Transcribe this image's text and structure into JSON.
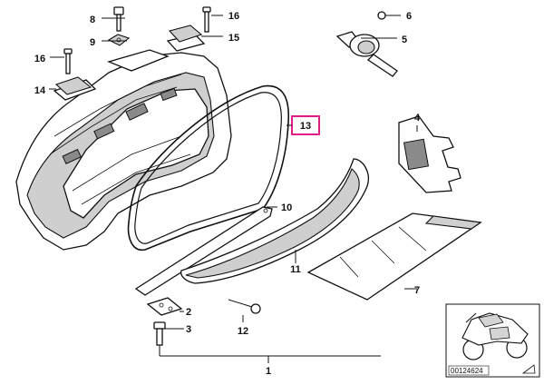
{
  "callouts": {
    "c1": "1",
    "c2": "2",
    "c3": "3",
    "c4": "4",
    "c5": "5",
    "c6": "6",
    "c7": "7",
    "c8": "8",
    "c9": "9",
    "c10": "10",
    "c11": "11",
    "c12": "12",
    "c13": "13",
    "c14": "14",
    "c15": "15",
    "c16a": "16",
    "c16b": "16"
  },
  "highlight": {
    "label": "13",
    "color": "#e0007a"
  },
  "thumbnail": {
    "ref_number": "00124624"
  }
}
